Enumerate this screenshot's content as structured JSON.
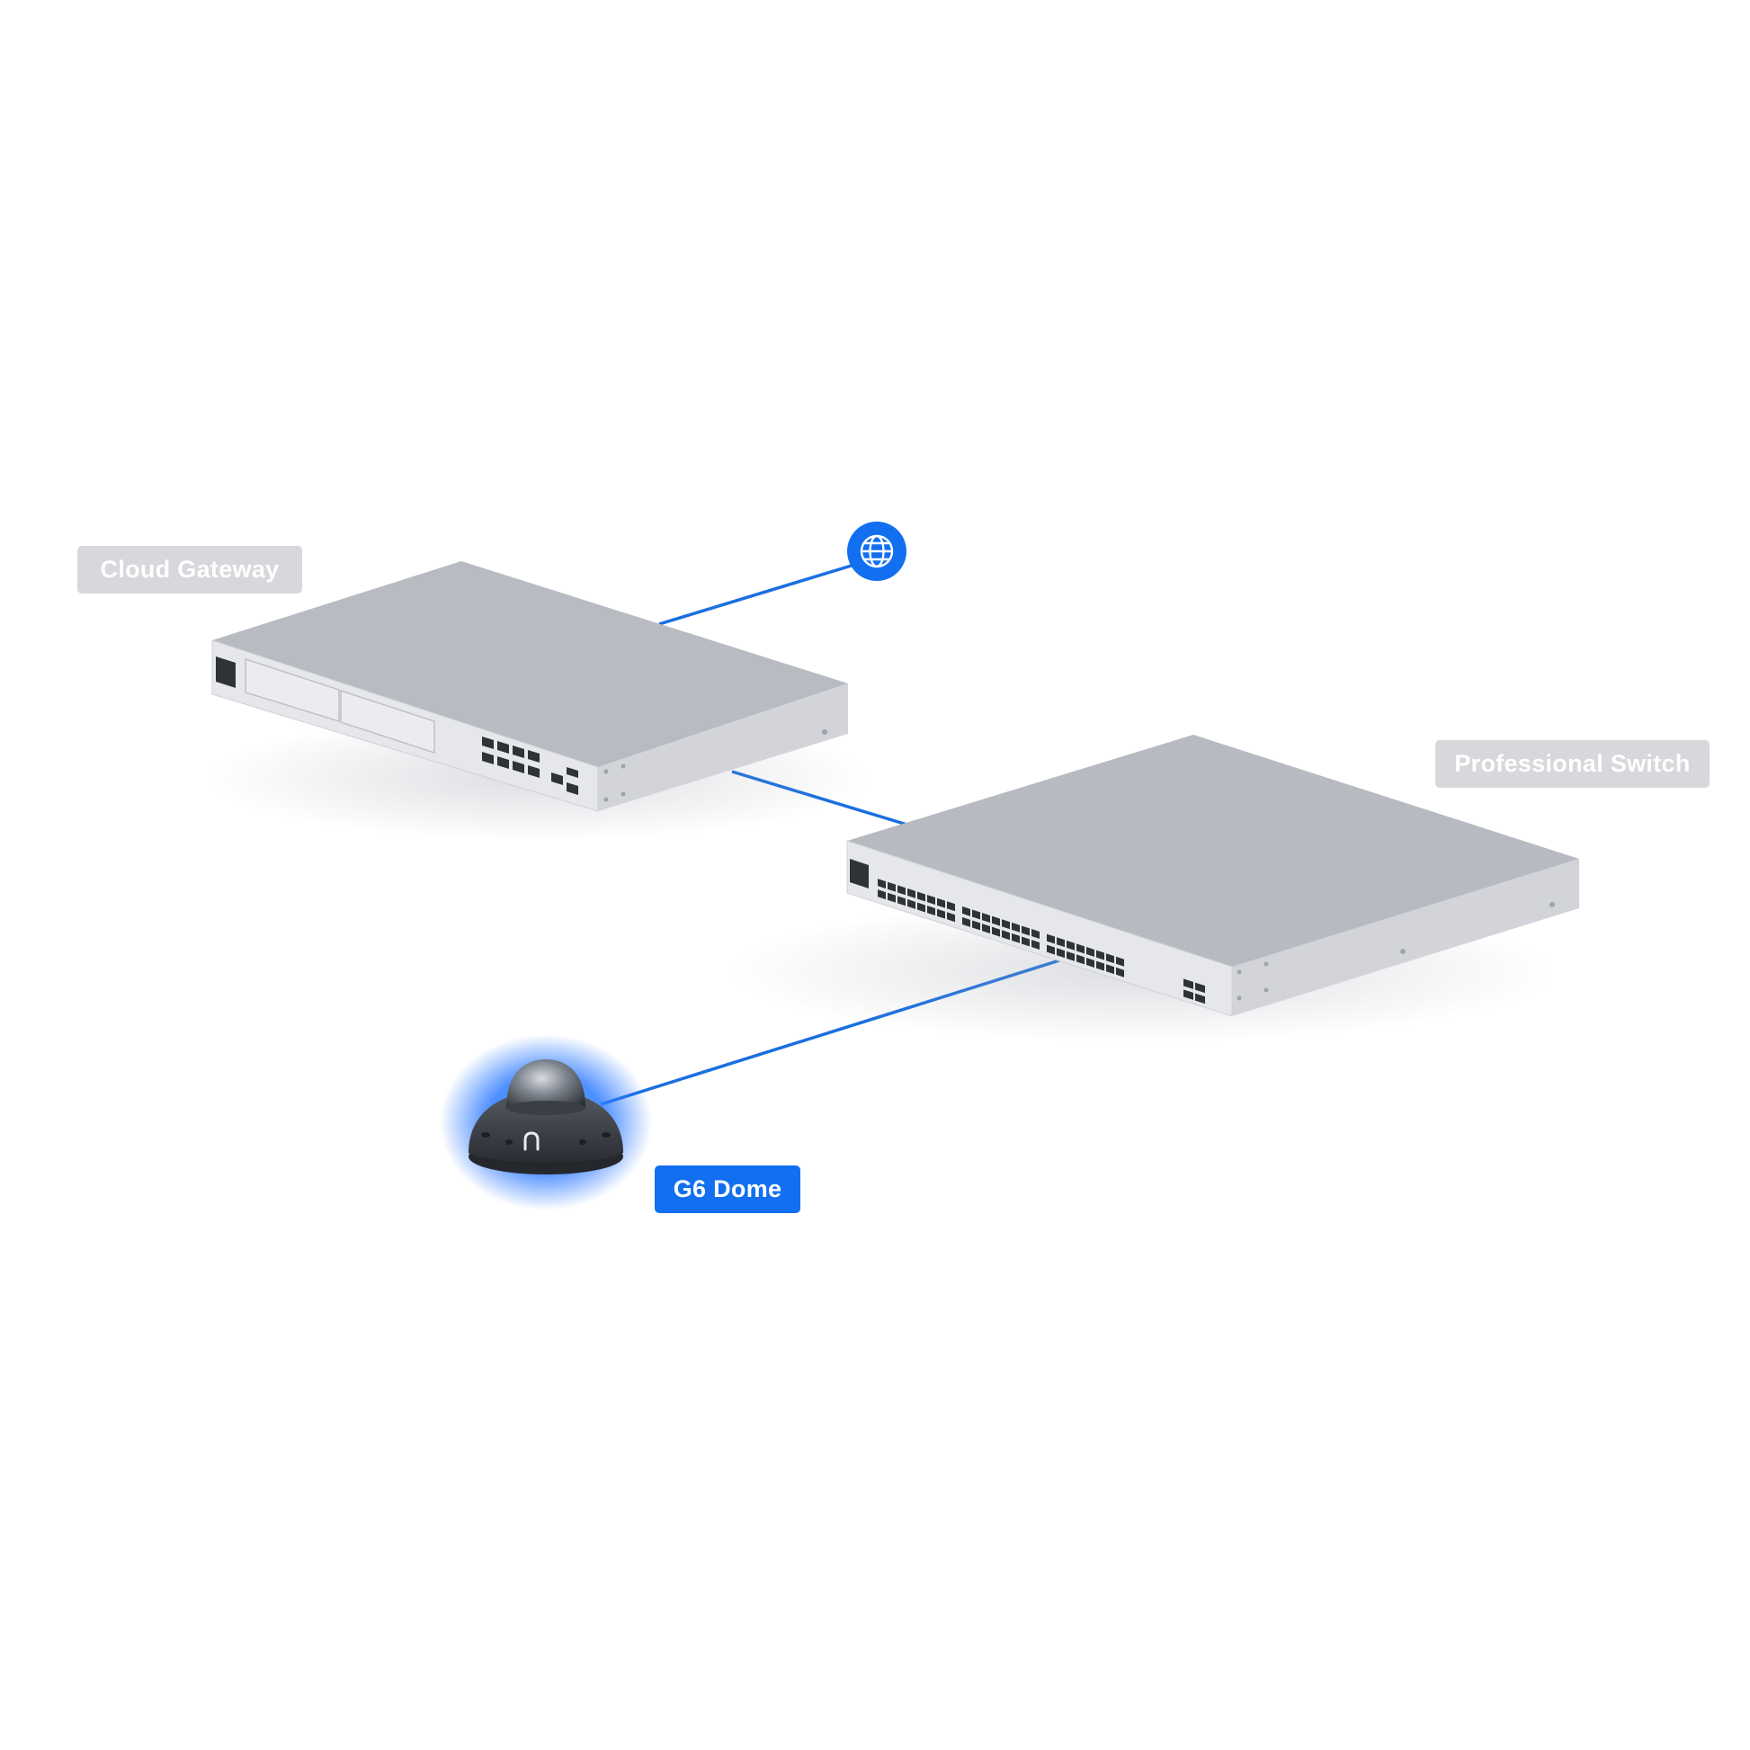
{
  "colors": {
    "background": "#ffffff",
    "link": "#1a6fe0",
    "accent": "#1270f0",
    "label_muted_bg": "#d7d8db",
    "device_top": "#b8bac2",
    "device_front": "#e4e5e8",
    "camera_body": "#3d4148",
    "camera_glow": "#2f7bff"
  },
  "internet": {
    "icon": "globe-icon"
  },
  "devices": {
    "gateway": {
      "label": "Cloud Gateway",
      "state": "inactive"
    },
    "switch": {
      "label": "Professional Switch",
      "state": "inactive"
    },
    "camera": {
      "label": "G6 Dome",
      "state": "selected"
    }
  },
  "links": [
    {
      "from": "gateway",
      "to": "internet"
    },
    {
      "from": "gateway",
      "to": "switch"
    },
    {
      "from": "switch",
      "to": "camera"
    }
  ]
}
